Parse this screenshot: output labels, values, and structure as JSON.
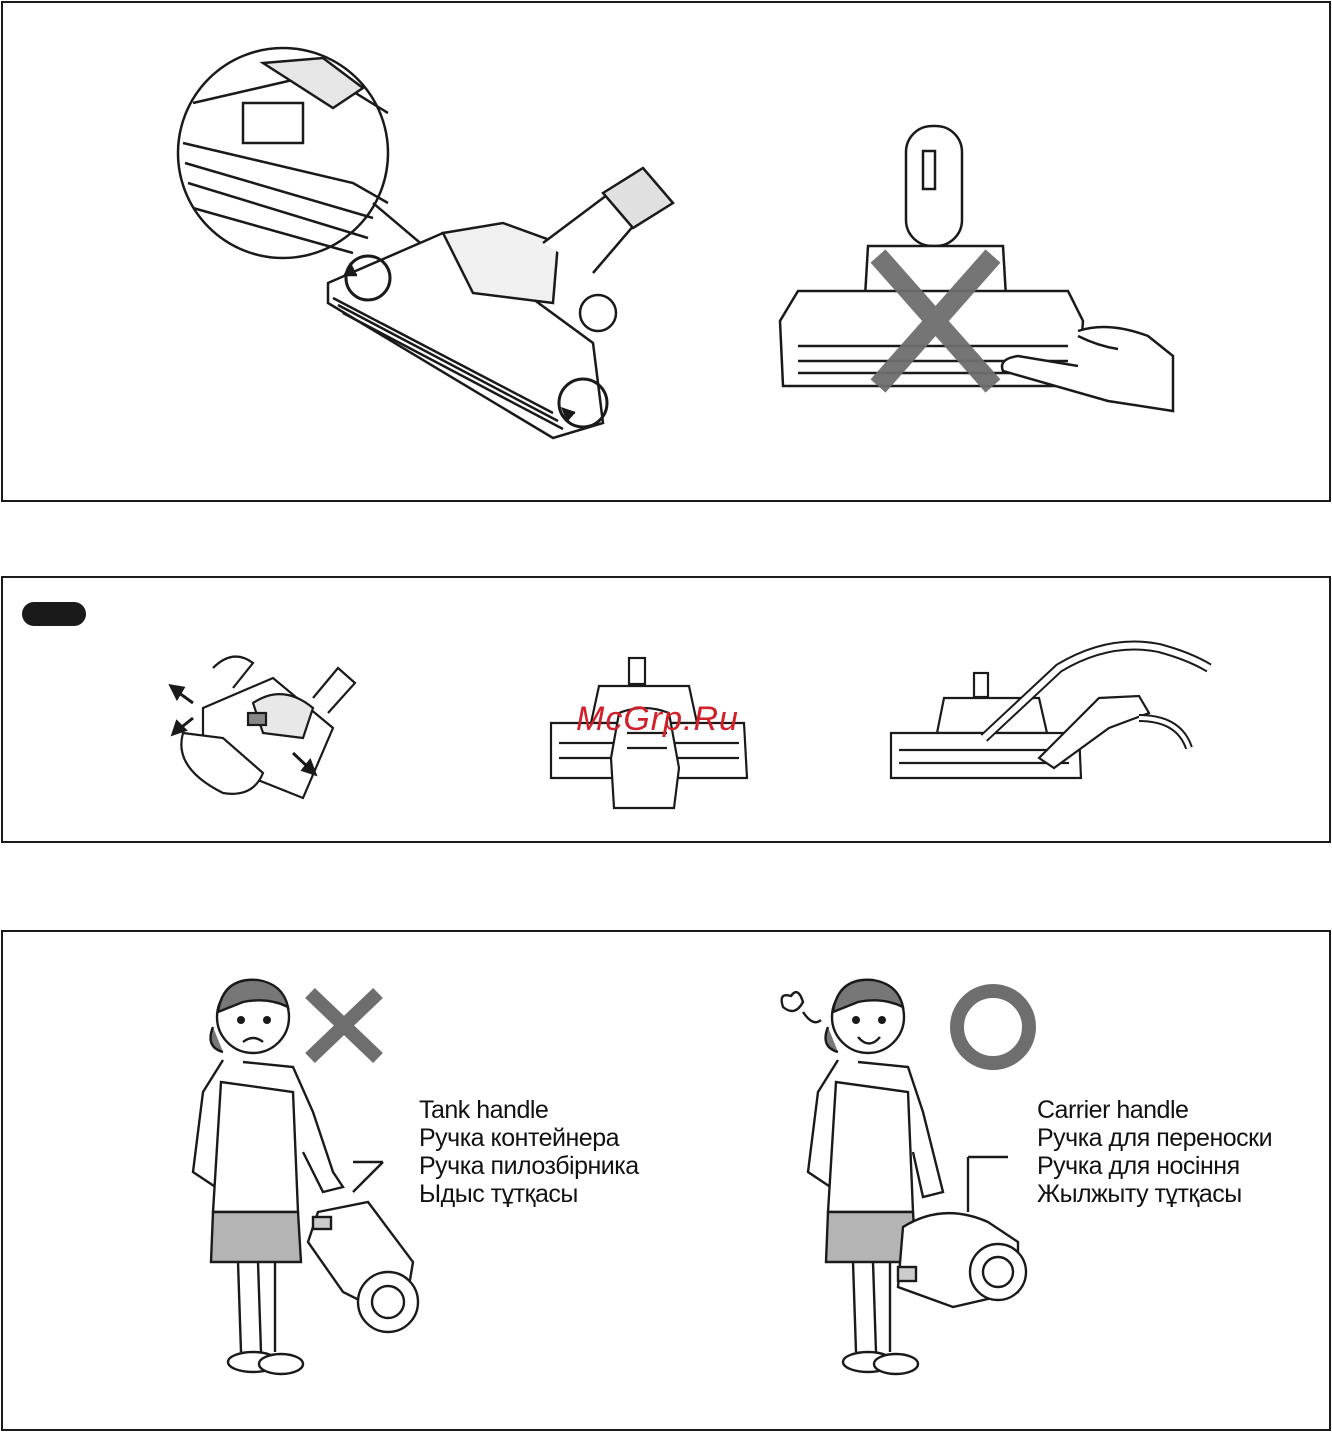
{
  "top_panel": {
    "left_figure": "floor-brush-roller-rotation",
    "right_figure": "do-not-touch-rotating-brush",
    "mark": "cross-mark"
  },
  "middle_panel": {
    "badge_text": "",
    "watermark": "McGrp.Ru",
    "figures": [
      "brush-cleaning-with-cloth",
      "brush-underside-hand",
      "brush-with-crevice-tool"
    ]
  },
  "bottom_panel": {
    "wrong": {
      "mark": "cross-mark",
      "lines": [
        "Tank handle",
        "Ручка контейнера",
        "Ручка пилозбірника",
        "Ыдыс тұтқасы"
      ]
    },
    "right": {
      "mark": "circle-mark",
      "lines": [
        "Carrier handle",
        "Ручка для переноски",
        "Ручка для носіння",
        "Жылжыту тұтқасы"
      ]
    }
  },
  "colors": {
    "border": "#1a1a1a",
    "mark_gray": "#6e6e6e",
    "skirt_gray": "#b4b4b4",
    "watermark_red": "#d0202a"
  }
}
